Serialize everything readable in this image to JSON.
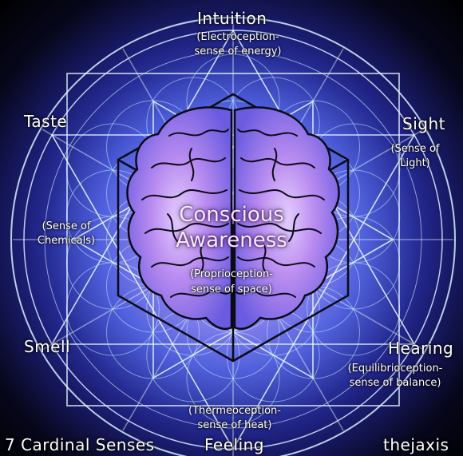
{
  "labels": {
    "intuition": {
      "title": "Intuition",
      "sub_line1": "(Electroception-",
      "sub_line2": "sense of energy)"
    },
    "taste": {
      "title": "Taste",
      "sub_line1": "(Sense of",
      "sub_line2": "Chemicals)"
    },
    "sight": {
      "title": "Sight",
      "sub_line1": "(Sense of",
      "sub_line2": "Light)"
    },
    "center": {
      "title_line1": "Conscious",
      "title_line2": "Awareness",
      "sub_line1": "(Proprioception-",
      "sub_line2": "sense of space)"
    },
    "smell": {
      "title": "Smell"
    },
    "hearing": {
      "title": "Hearing",
      "sub_line1": "(Equilibrioception-",
      "sub_line2": "sense of balance)"
    },
    "feeling": {
      "title": "Feeling",
      "sub_line1": "(Thermeoception-",
      "sub_line2": "sense of heat)"
    }
  },
  "footer": {
    "left_caption": "7 Cardinal Senses",
    "right_credit": "thejaxis"
  },
  "colors": {
    "background_center": "#b58cf5",
    "background_mid": "#3d4fd8",
    "background_edge": "#000000",
    "line_art": "#e8f6ff",
    "brain_fill": "#c9a6ff",
    "brain_outline": "#0b0b18",
    "label_text": "#ffffff"
  },
  "icons": {
    "mandala": "flower-of-life-icon",
    "brain": "brain-icon",
    "cube": "cube-icon"
  }
}
